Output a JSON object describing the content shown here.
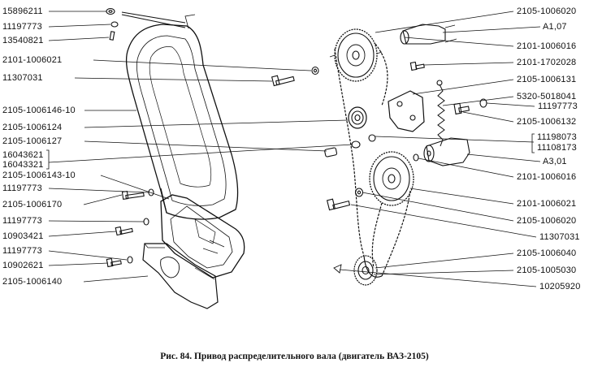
{
  "title": "",
  "caption": "Рис. 84. Привод распределительного вала (двигатель ВАЗ-2105)",
  "labels_left": [
    "15896211",
    "11197773",
    "13540821",
    "2101-1006021",
    "11307031",
    "2105-1006146-10",
    "2105-1006124",
    "2105-1006127",
    "16043621",
    "16043321",
    "2105-1006143-10",
    "11197773",
    "2105-1006170",
    "11197773",
    "10903421",
    "11197773",
    "10902621",
    "2105-1006140"
  ],
  "labels_right": [
    "2105-1006020",
    "A1,07",
    "2101-1006016",
    "2101-1702028",
    "2105-1006131",
    "5320-5018041",
    "11197773",
    "2105-1006132",
    "11198073",
    "11108173",
    "A3,01",
    "2101-1006016",
    "2101-1006021",
    "2105-1006020",
    "11307031",
    "2105-1006040",
    "2105-1005030",
    "10205920"
  ]
}
